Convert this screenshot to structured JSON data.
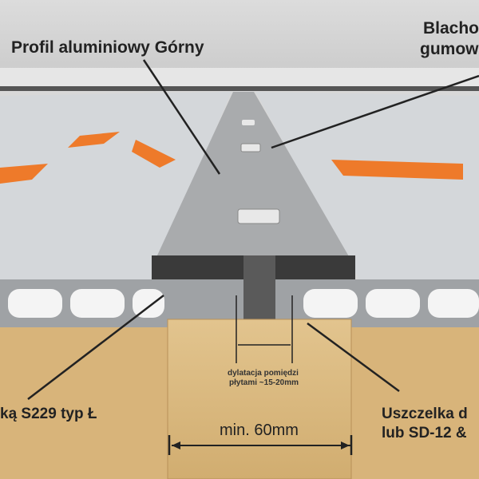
{
  "labels": {
    "top_profile": "Profil aluminiowy Górny",
    "top_right_line1": "Blacho",
    "top_right_line2": "gumow",
    "left_bottom": "ką S229 typ Ł",
    "right_bottom_line1": "Uszczelka d",
    "right_bottom_line2": "lub SD-12 &",
    "expansion_line1": "dylatacja pomiędzi",
    "expansion_line2": "płytami ~15-20mm",
    "min_width": "min. 60mm"
  }
}
